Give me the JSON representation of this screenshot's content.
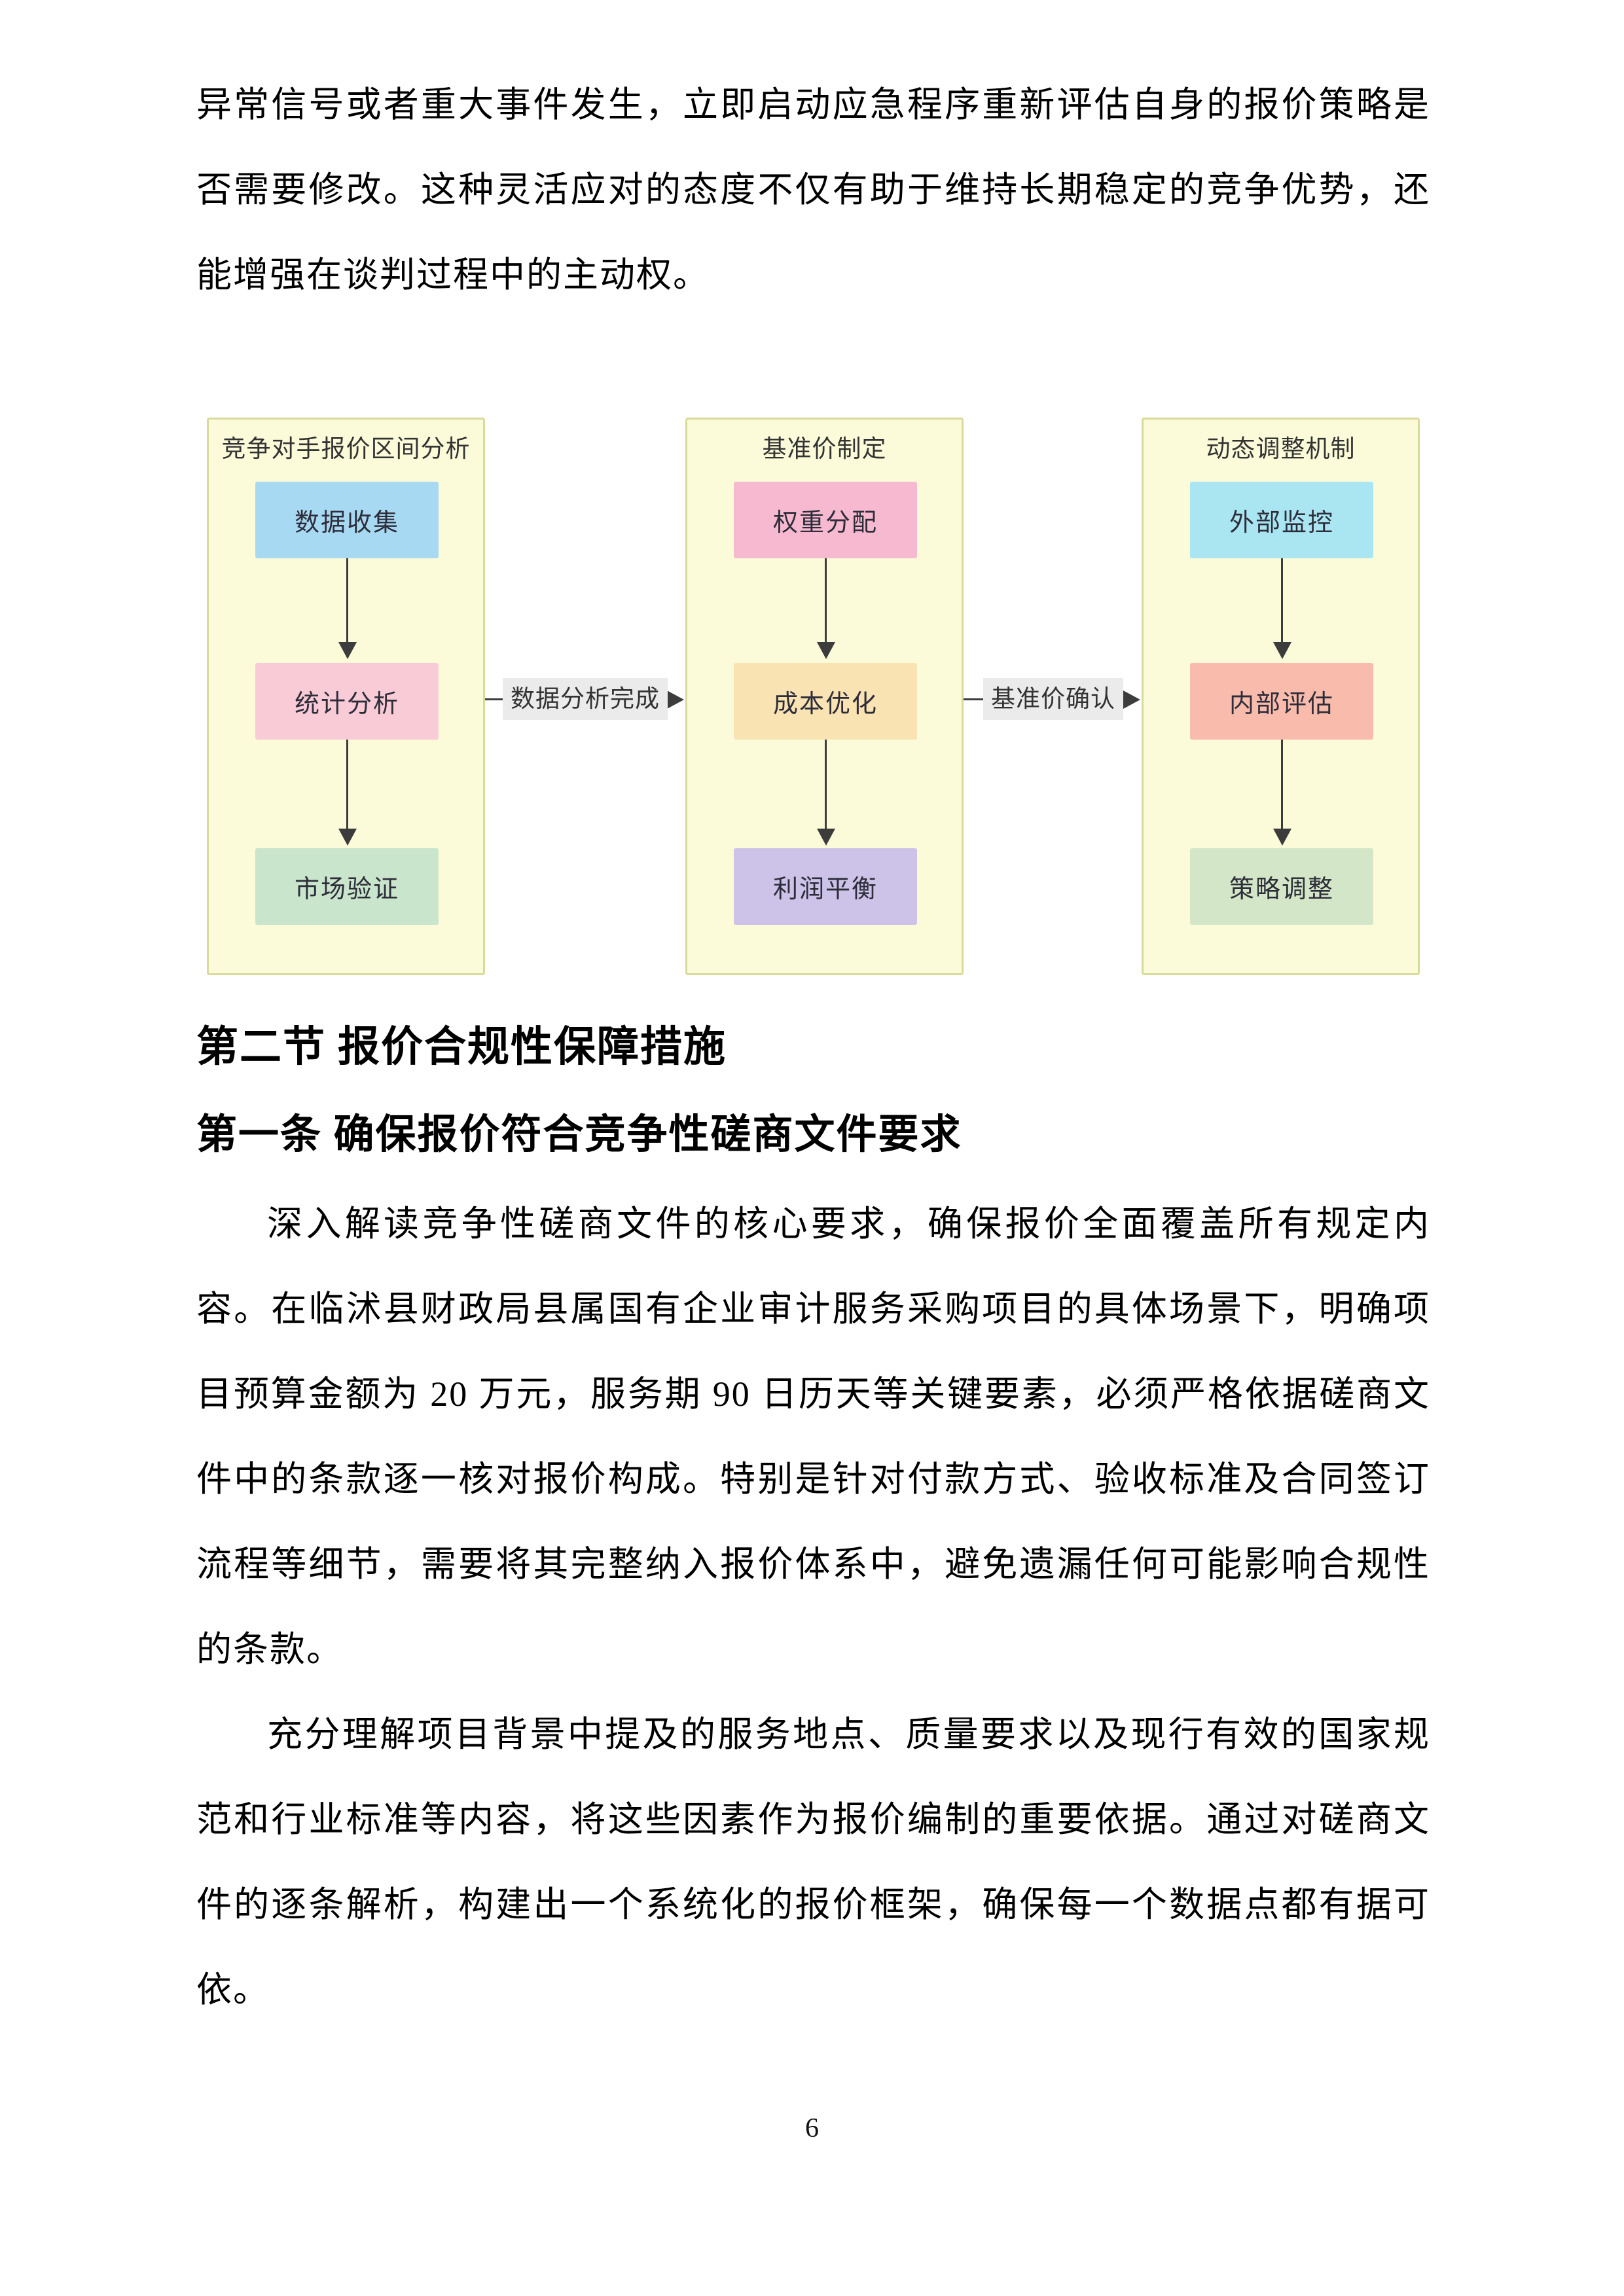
{
  "page": {
    "number": "6"
  },
  "paragraphs": {
    "intro": "异常信号或者重大事件发生，立即启动应急程序重新评估自身的报价策略是否需要修改。这种灵活应对的态度不仅有助于维持长期稳定的竞争优势，还能增强在谈判过程中的主动权。",
    "p1": "深入解读竞争性磋商文件的核心要求，确保报价全面覆盖所有规定内容。在临沭县财政局县属国有企业审计服务采购项目的具体场景下，明确项目预算金额为 20 万元，服务期 90 日历天等关键要素，必须严格依据磋商文件中的条款逐一核对报价构成。特别是针对付款方式、验收标准及合同签订流程等细节，需要将其完整纳入报价体系中，避免遗漏任何可能影响合规性的条款。",
    "p2": "充分理解项目背景中提及的服务地点、质量要求以及现行有效的国家规范和行业标准等内容，将这些因素作为报价编制的重要依据。通过对磋商文件的逐条解析，构建出一个系统化的报价框架，确保每一个数据点都有据可依。"
  },
  "headings": {
    "section": "第二节 报价合规性保障措施",
    "article": "第一条 确保报价符合竞争性磋商文件要求"
  },
  "flowchart": {
    "container_bg": "#fbfbda",
    "container_border": "#d9d99a",
    "arrow_color": "#3c3c3c",
    "label_bg": "#ebebeb",
    "columns": [
      {
        "title": "竞争对手报价区间分析",
        "boxes": [
          {
            "label": "数据收集",
            "bg": "#a8d9f2"
          },
          {
            "label": "统计分析",
            "bg": "#f9cbd6"
          },
          {
            "label": "市场验证",
            "bg": "#c9e5cb"
          }
        ]
      },
      {
        "title": "基准价制定",
        "boxes": [
          {
            "label": "权重分配",
            "bg": "#f6b9d0"
          },
          {
            "label": "成本优化",
            "bg": "#fae3b2"
          },
          {
            "label": "利润平衡",
            "bg": "#cdc3e8"
          }
        ]
      },
      {
        "title": "动态调整机制",
        "boxes": [
          {
            "label": "外部监控",
            "bg": "#a9e6f2"
          },
          {
            "label": "内部评估",
            "bg": "#f8bbac"
          },
          {
            "label": "策略调整",
            "bg": "#d3e7c8"
          }
        ]
      }
    ],
    "connectors": [
      {
        "label": "数据分析完成"
      },
      {
        "label": "基准价确认"
      }
    ]
  }
}
